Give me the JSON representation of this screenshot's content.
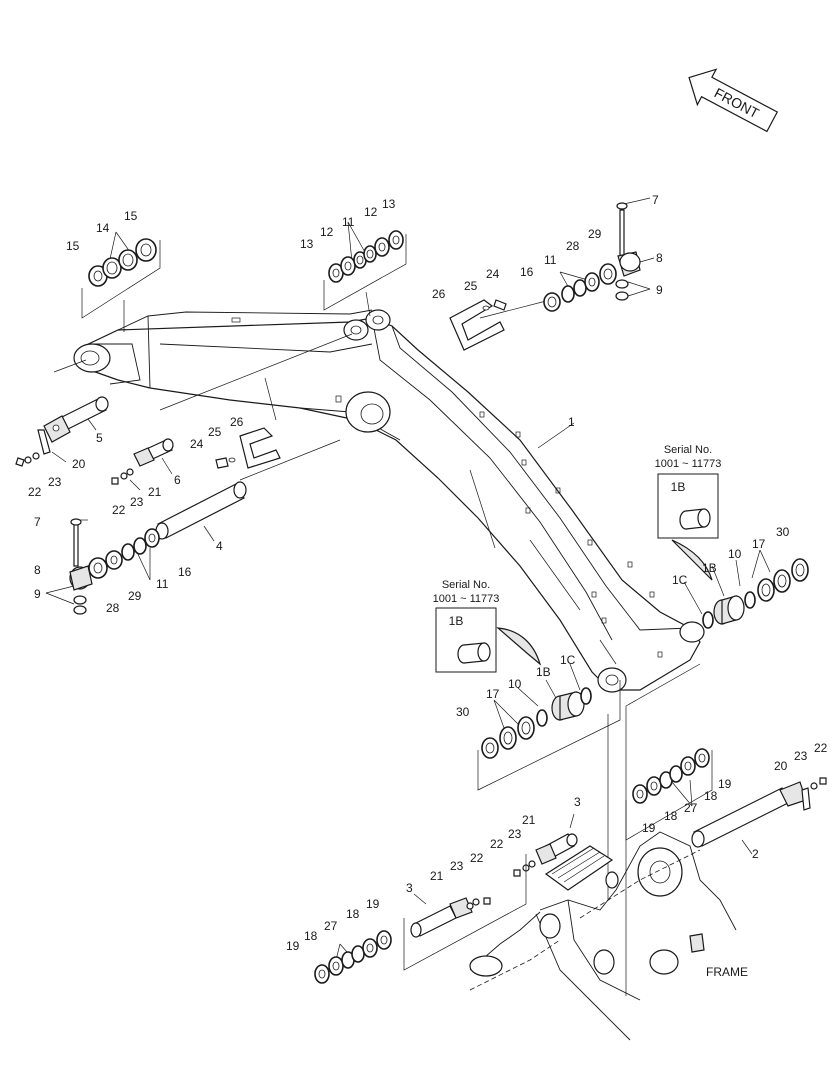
{
  "direction_label": "FRONT",
  "frame_label": "FRAME",
  "serial_notes": [
    {
      "title": "Serial No.",
      "range": "1001 ~ 11773",
      "part": "1B"
    },
    {
      "title": "Serial No.",
      "range": "1001 ~ 11773",
      "part": "1B"
    }
  ],
  "callouts": {
    "c1": "1",
    "c2": "2",
    "c3a": "3",
    "c3b": "3",
    "c4": "4",
    "c5": "5",
    "c6": "6",
    "c7a": "7",
    "c7b": "7",
    "c8a": "8",
    "c8b": "8",
    "c9a": "9",
    "c9b": "9",
    "c10a": "10",
    "c10b": "10",
    "c11a": "11",
    "c11b": "11",
    "c11c": "11",
    "c12a": "12",
    "c12b": "12",
    "c13a": "13",
    "c13b": "13",
    "c14": "14",
    "c15a": "15",
    "c15b": "15",
    "c16a": "16",
    "c16b": "16",
    "c17a": "17",
    "c17b": "17",
    "c18a": "18",
    "c18b": "18",
    "c18c": "18",
    "c18d": "18",
    "c19a": "19",
    "c19b": "19",
    "c19c": "19",
    "c19d": "19",
    "c20a": "20",
    "c20b": "20",
    "c21a": "21",
    "c21b": "21",
    "c21c": "21",
    "c22a": "22",
    "c22b": "22",
    "c22c": "22",
    "c22d": "22",
    "c22e": "22",
    "c23a": "23",
    "c23b": "23",
    "c23c": "23",
    "c23d": "23",
    "c23e": "23",
    "c24a": "24",
    "c24b": "24",
    "c25a": "25",
    "c25b": "25",
    "c26a": "26",
    "c26b": "26",
    "c27a": "27",
    "c27b": "27",
    "c28a": "28",
    "c28b": "28",
    "c29a": "29",
    "c29b": "29",
    "c30a": "30",
    "c30b": "30",
    "c1Ba": "1B",
    "c1Bb": "1B",
    "c1Ca": "1C",
    "c1Cb": "1C"
  }
}
